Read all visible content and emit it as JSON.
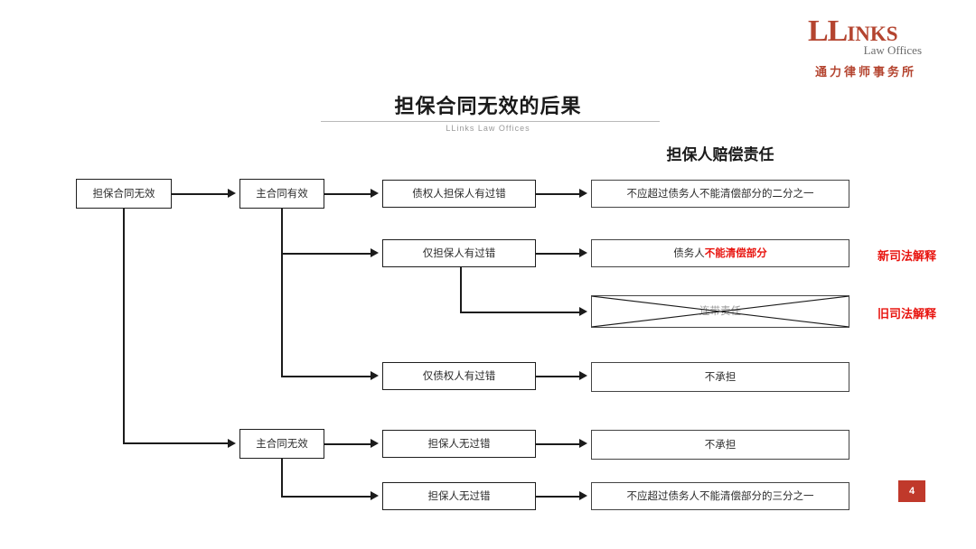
{
  "logo": {
    "main_lead": "LL",
    "main_rest": "INKS",
    "subtitle": "Law Offices",
    "chinese": "通力律师事务所"
  },
  "title": {
    "heading": "担保合同无效的后果",
    "subtitle": "LLinks Law Offices"
  },
  "column_heading": "担保人赔偿责任",
  "nodes": {
    "root": "担保合同无效",
    "main_valid": "主合同有效",
    "main_invalid": "主合同无效",
    "cond1": "债权人担保人有过错",
    "cond2": "仅担保人有过错",
    "cond3": "仅债权人有过错",
    "cond4": "担保人无过错",
    "cond5": "担保人无过错",
    "result1": "不应超过债务人不能清偿部分的二分之一",
    "result2_plain": "债务人",
    "result2_red": "不能清偿部分",
    "result3_struck": "连带责任",
    "result4": "不承担",
    "result5": "不承担",
    "result6": "不应超过债务人不能清偿部分的三分之一"
  },
  "annotations": {
    "new_interpretation": "新司法解释",
    "old_interpretation": "旧司法解释"
  },
  "page_number": "4",
  "colors": {
    "brand_red": "#b4442f",
    "accent_red": "#e8140f",
    "badge_red": "#c0392b",
    "line": "#1b1b1b"
  }
}
